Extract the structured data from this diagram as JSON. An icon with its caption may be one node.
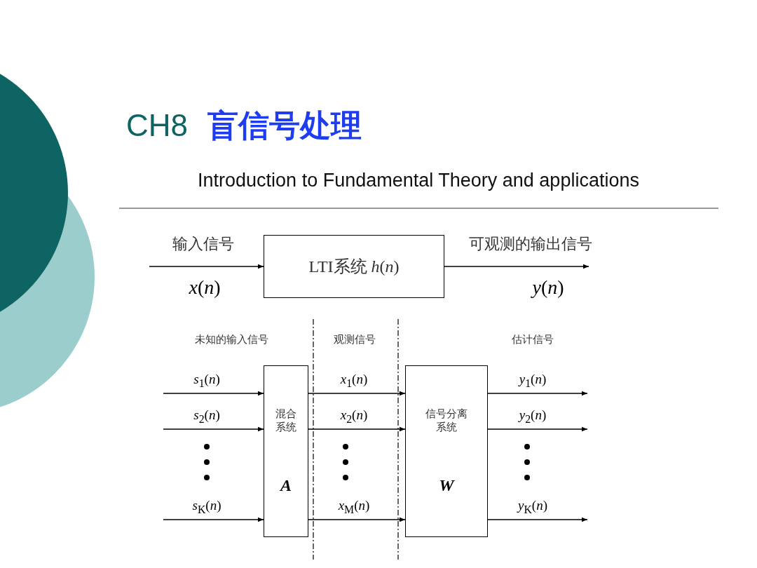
{
  "diagram": {
    "title": "CH8 盲信号处理",
    "nodes": [
      {
        "text": [
          "LTI系统 *h*(*n*)"
        ]
      },
      {
        "text": [
          "混合系统",
          "A"
        ]
      },
      {
        "text": [
          "信号分离系统",
          "W"
        ]
      }
    ],
    "edges": [
      {
        "from": null,
        "to": 0,
        "arrow": "to",
        "label": "*x*(*n*)"
      },
      {
        "from": 0,
        "to": null,
        "arrow": "to",
        "label": "*y*(*n*)"
      },
      {
        "from": null,
        "to": 1,
        "arrow": "to",
        "label": "*s*$_{1}$(*n*)"
      },
      {
        "from": null,
        "to": 1,
        "arrow": "to",
        "label": "*s*$_{2}$(*n*)"
      },
      {
        "from": null,
        "to": 1,
        "arrow": "to",
        "label": "*s*$_{K}$(*n*)"
      },
      {
        "from": 1,
        "to": 2,
        "arrow": "to",
        "label": "*x*$_{1}$(*n*)"
      },
      {
        "from": 1,
        "to": 2,
        "arrow": "to",
        "label": "*x*$_{2}$(*n*)"
      },
      {
        "from": 1,
        "to": 2,
        "arrow": "to",
        "label": "*x*$_{M}$(*n*)"
      },
      {
        "from": 2,
        "to": null,
        "arrow": "to",
        "label": "*y*$_{1}$(*n*)"
      },
      {
        "from": 2,
        "to": null,
        "arrow": "to",
        "label": "*y*$_{2}$(*n*)"
      },
      {
        "from": 2,
        "to": null,
        "arrow": "to",
        "label": "*y*$_{K}$(*n*)"
      }
    ],
    "labels": [
      "Introduction to Fundamental Theory and applications",
      "输入信号",
      "可观测的输出信号",
      "未知的输入信号",
      "观测信号",
      "估计信号"
    ]
  }
}
